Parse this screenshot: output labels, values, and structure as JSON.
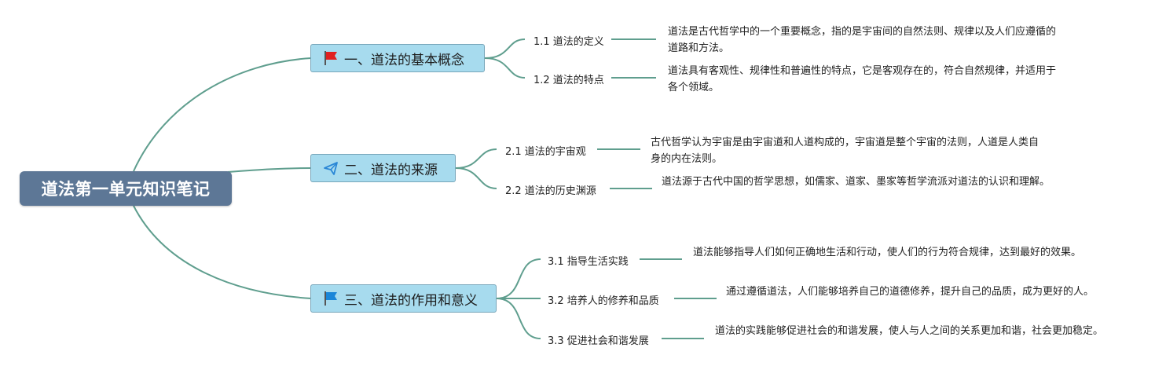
{
  "root": {
    "label": "道法第一单元知识笔记"
  },
  "branches": [
    {
      "label": "一、道法的基本概念",
      "icon": "red-flag-icon",
      "icon_color": "#e02020",
      "items": [
        {
          "label": "1.1 道法的定义",
          "text": "道法是古代哲学中的一个重要概念，指的是宇宙间的自然法则、规律以及人们应遵循的道路和方法。"
        },
        {
          "label": "1.2 道法的特点",
          "text": "道法具有客观性、规律性和普遍性的特点，它是客观存在的，符合自然规律，并适用于各个领域。"
        }
      ]
    },
    {
      "label": "二、道法的来源",
      "icon": "paper-plane-icon",
      "icon_color": "#2a87d6",
      "items": [
        {
          "label": "2.1 道法的宇宙观",
          "text": "古代哲学认为宇宙是由宇宙道和人道构成的，宇宙道是整个宇宙的法则，人道是人类自身的内在法则。"
        },
        {
          "label": "2.2 道法的历史渊源",
          "text": "道法源于古代中国的哲学思想，如儒家、道家、墨家等哲学流派对道法的认识和理解。"
        }
      ]
    },
    {
      "label": "三、道法的作用和意义",
      "icon": "blue-flag-icon",
      "icon_color": "#1a86d8",
      "items": [
        {
          "label": "3.1 指导生活实践",
          "text": "道法能够指导人们如何正确地生活和行动，使人们的行为符合规律，达到最好的效果。"
        },
        {
          "label": "3.2 培养人的修养和品质",
          "text": "通过遵循道法，人们能够培养自己的道德修养，提升自己的品质，成为更好的人。"
        },
        {
          "label": "3.3 促进社会和谐发展",
          "text": "道法的实践能够促进社会的和谐发展，使人与人之间的关系更加和谐，社会更加稳定。"
        }
      ]
    }
  ],
  "colors": {
    "line": "#5f9e8e",
    "root_bg": "#5d7796",
    "branch_bg": "#a7dbee",
    "branch_border": "#78a6ba"
  }
}
